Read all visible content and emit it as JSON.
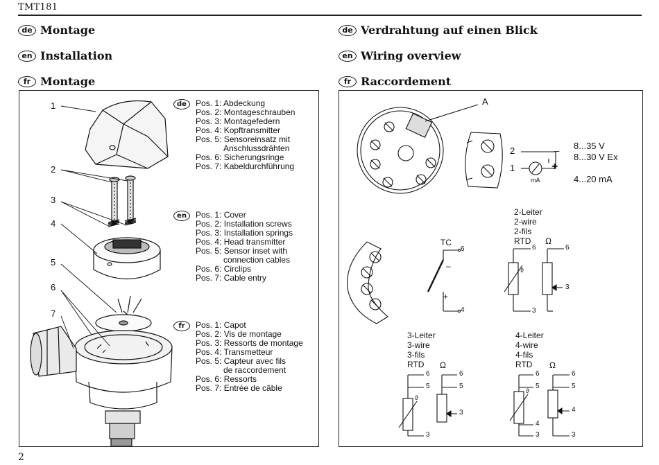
{
  "header": {
    "doc_id": "TMT181"
  },
  "left": {
    "headings": [
      {
        "lang": "de",
        "title": "Montage"
      },
      {
        "lang": "en",
        "title": "Installation"
      },
      {
        "lang": "fr",
        "title": "Montage"
      }
    ],
    "callouts": [
      "1",
      "2",
      "3",
      "4",
      "5",
      "6",
      "7"
    ],
    "legends": [
      {
        "lang": "de",
        "items": [
          "Pos. 1: Abdeckung",
          "Pos. 2: Montageschrauben",
          "Pos. 3: Montagefedern",
          "Pos. 4: Kopftransmitter",
          "Pos. 5: Sensoreinsatz mit",
          "Anschlussdrähten",
          "Pos. 6: Sicherungsringe",
          "Pos. 7: Kabeldurchführung"
        ]
      },
      {
        "lang": "en",
        "items": [
          "Pos. 1: Cover",
          "Pos. 2: Installation screws",
          "Pos. 3: Installation springs",
          "Pos. 4: Head transmitter",
          "Pos. 5: Sensor inset with",
          "connection cables",
          "Pos. 6: Circlips",
          "Pos. 7: Cable entry"
        ]
      },
      {
        "lang": "fr",
        "items": [
          "Pos. 1: Capot",
          "Pos. 2: Vis de montage",
          "Pos. 3: Ressorts de montage",
          "Pos. 4: Transmetteur",
          "Pos. 5: Capteur avec fils",
          "de raccordement",
          "Pos. 6: Ressorts",
          "Pos. 7: Entrée de câble"
        ]
      }
    ]
  },
  "right": {
    "headings": [
      {
        "lang": "de",
        "title": "Verdrahtung auf einen Blick"
      },
      {
        "lang": "en",
        "title": "Wiring overview"
      },
      {
        "lang": "fr",
        "title": "Raccordement"
      }
    ],
    "label_a": "A",
    "supply": {
      "terminal_minus": "2",
      "terminal_plus": "1",
      "minus": "–",
      "plus": "+",
      "ma": "mA",
      "v1": "8...35 V",
      "v2": "8...30 V Ex",
      "current": "4...20 mA"
    },
    "tc": {
      "label": "TC",
      "t6": "6",
      "t4": "4",
      "minus": "–",
      "plus": "+"
    },
    "rtd2": {
      "l1": "2-Leiter",
      "l2": "2-wire",
      "l3": "2-fils",
      "rtd": "RTD",
      "omega": "Ω",
      "t6a": "6",
      "t6b": "6",
      "t3a": "3",
      "t3b": "3"
    },
    "rtd3": {
      "l1": "3-Leiter",
      "l2": "3-wire",
      "l3": "3-fils",
      "rtd": "RTD",
      "omega": "Ω",
      "t6a": "6",
      "t5a": "5",
      "t6b": "6",
      "t5b": "5",
      "t3a": "3",
      "t3b": "3"
    },
    "rtd4": {
      "l1": "4-Leiter",
      "l2": "4-wire",
      "l3": "4-fils",
      "rtd": "RTD",
      "omega": "Ω",
      "t6a": "6",
      "t5a": "5",
      "t4a": "4",
      "t3a": "3",
      "t6b": "6",
      "t5b": "5",
      "t4b": "4",
      "t3b": "3"
    },
    "theta": "ϑ"
  },
  "footer": {
    "page_number": "2"
  }
}
